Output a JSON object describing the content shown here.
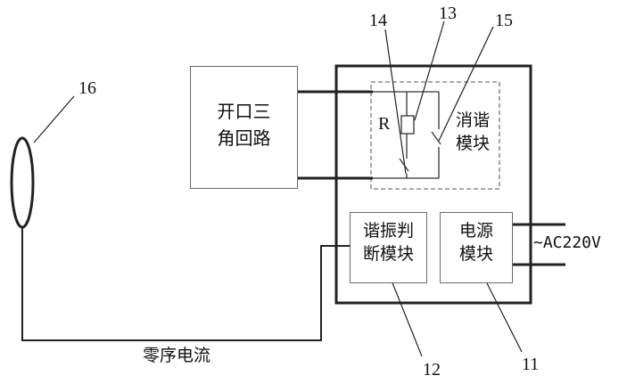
{
  "blocks": {
    "open_delta": "开口三\n角回路",
    "harmonic_elim": "消谐\n模块",
    "resonance_judge": "谐振判\n断模块",
    "power": "电源\n模块"
  },
  "labels": {
    "resistor": "R",
    "ac_input": "~AC220V",
    "zero_seq": "零序电流"
  },
  "callouts": [
    "16",
    "14",
    "13",
    "15",
    "12",
    "11"
  ]
}
